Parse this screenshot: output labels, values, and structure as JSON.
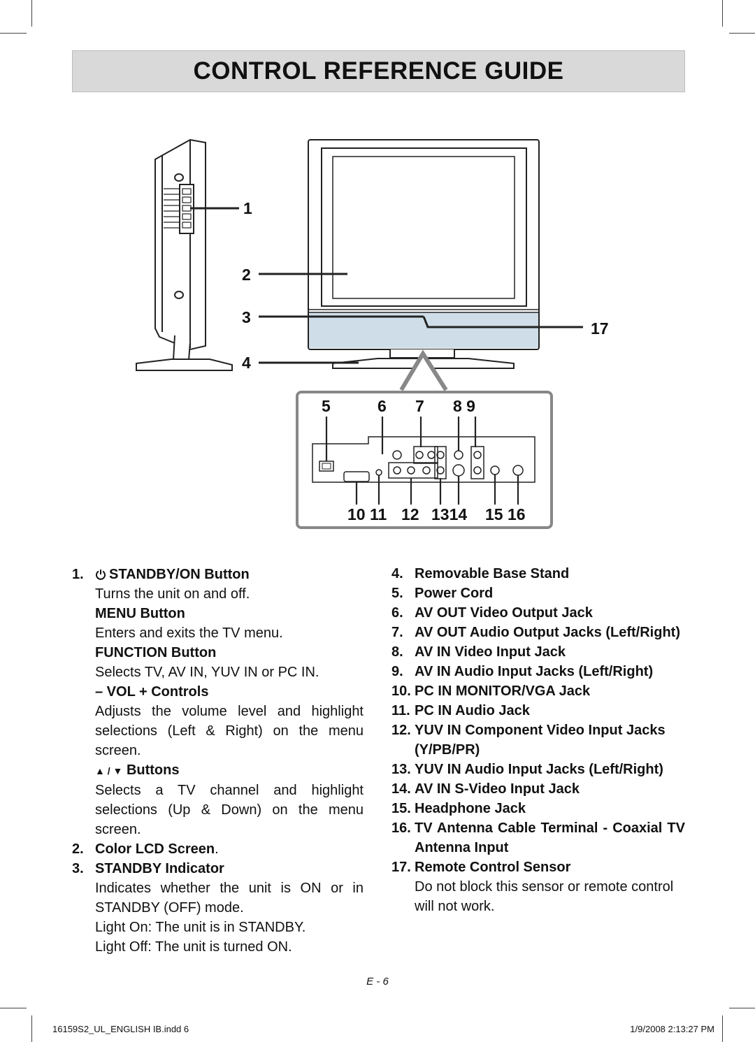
{
  "page_title": "CONTROL REFERENCE GUIDE",
  "callouts": {
    "c1": "1",
    "c2": "2",
    "c3": "3",
    "c4": "4",
    "c17": "17",
    "c5": "5",
    "c6": "6",
    "c7": "7",
    "c8_9": "8 9",
    "c10_11": "10 11",
    "c12": "12",
    "c13_14": "1314",
    "c15_16": "15 16"
  },
  "left_column": {
    "i1_num": "1.",
    "i1_title": "STANDBY/ON Button",
    "i1_desc": "Turns the unit on and off.",
    "menu_title": "MENU Button",
    "menu_desc": "Enters and exits the TV menu.",
    "function_title": "FUNCTION Button",
    "function_desc": "Selects TV, AV IN, YUV IN or PC IN.",
    "vol_title": "– VOL + Controls",
    "vol_desc": "Adjusts the volume level and highlight selections (Left & Right) on the menu screen.",
    "arrows_symbol": "▲ / ▼",
    "buttons_title": "Buttons",
    "buttons_desc": "Selects a TV channel and highlight selections (Up & Down) on the menu screen.",
    "i2_num": "2.",
    "i2_title": "Color LCD Screen",
    "i2_suffix": ".",
    "i3_num": "3.",
    "i3_title": "STANDBY Indicator",
    "i3_desc": "Indicates whether the unit is ON or in STANDBY (OFF) mode.",
    "i3_light_on": "Light On: The unit is in STANDBY.",
    "i3_light_off": "Light Off: The unit is turned ON."
  },
  "right_column": {
    "items": [
      {
        "num": "4.",
        "text": "Removable Base Stand"
      },
      {
        "num": "5.",
        "text": "Power Cord"
      },
      {
        "num": "6.",
        "text": "AV OUT Video Output Jack"
      },
      {
        "num": "7.",
        "text": "AV OUT Audio Output Jacks (Left/Right)"
      },
      {
        "num": "8.",
        "text": "AV IN Video Input Jack"
      },
      {
        "num": "9.",
        "text": "AV IN Audio Input Jacks (Left/Right)"
      },
      {
        "num": "10.",
        "text": "PC IN MONITOR/VGA Jack"
      },
      {
        "num": "11.",
        "text": "PC IN Audio Jack"
      },
      {
        "num": "12.",
        "text": "YUV IN Component Video Input  Jacks (Y/PB/PR)"
      },
      {
        "num": "13.",
        "text": "YUV IN Audio Input Jacks (Left/Right)"
      },
      {
        "num": "14.",
        "text": "AV IN S-Video Input Jack"
      },
      {
        "num": "15.",
        "text": "Headphone Jack"
      },
      {
        "num": "16.",
        "text": "TV Antenna Cable Terminal - Coaxial TV Antenna Input"
      },
      {
        "num": "17.",
        "text": "Remote Control Sensor"
      }
    ],
    "i17_desc": "Do not block this sensor or remote control will not work."
  },
  "footer": {
    "page_number": "E - 6",
    "slug_left": "16159S2_UL_ENGLISH IB.indd   6",
    "slug_right": "1/9/2008   2:13:27 PM"
  },
  "colors": {
    "title_band": "#d9d9d9",
    "sensor_panel": "#cfdde8",
    "callout_box": "#888888"
  }
}
